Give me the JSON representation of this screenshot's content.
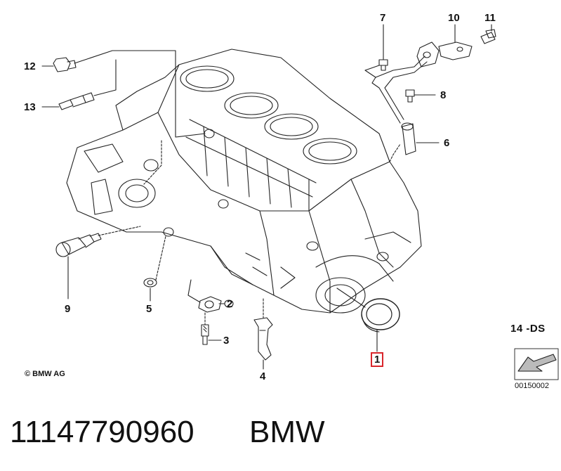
{
  "callouts": {
    "c1": "1",
    "c2": "2",
    "c3": "3",
    "c4": "4",
    "c5": "5",
    "c6": "6",
    "c7": "7",
    "c8": "8",
    "c9": "9",
    "c10": "10",
    "c11": "11",
    "c12": "12",
    "c13": "13"
  },
  "highlight_color": "#d9262c",
  "section_code": "14 -DS",
  "copyright": "© BMW AG",
  "image_number": "00150002",
  "footer": {
    "part_number": "11147790960",
    "brand": "BMW"
  }
}
